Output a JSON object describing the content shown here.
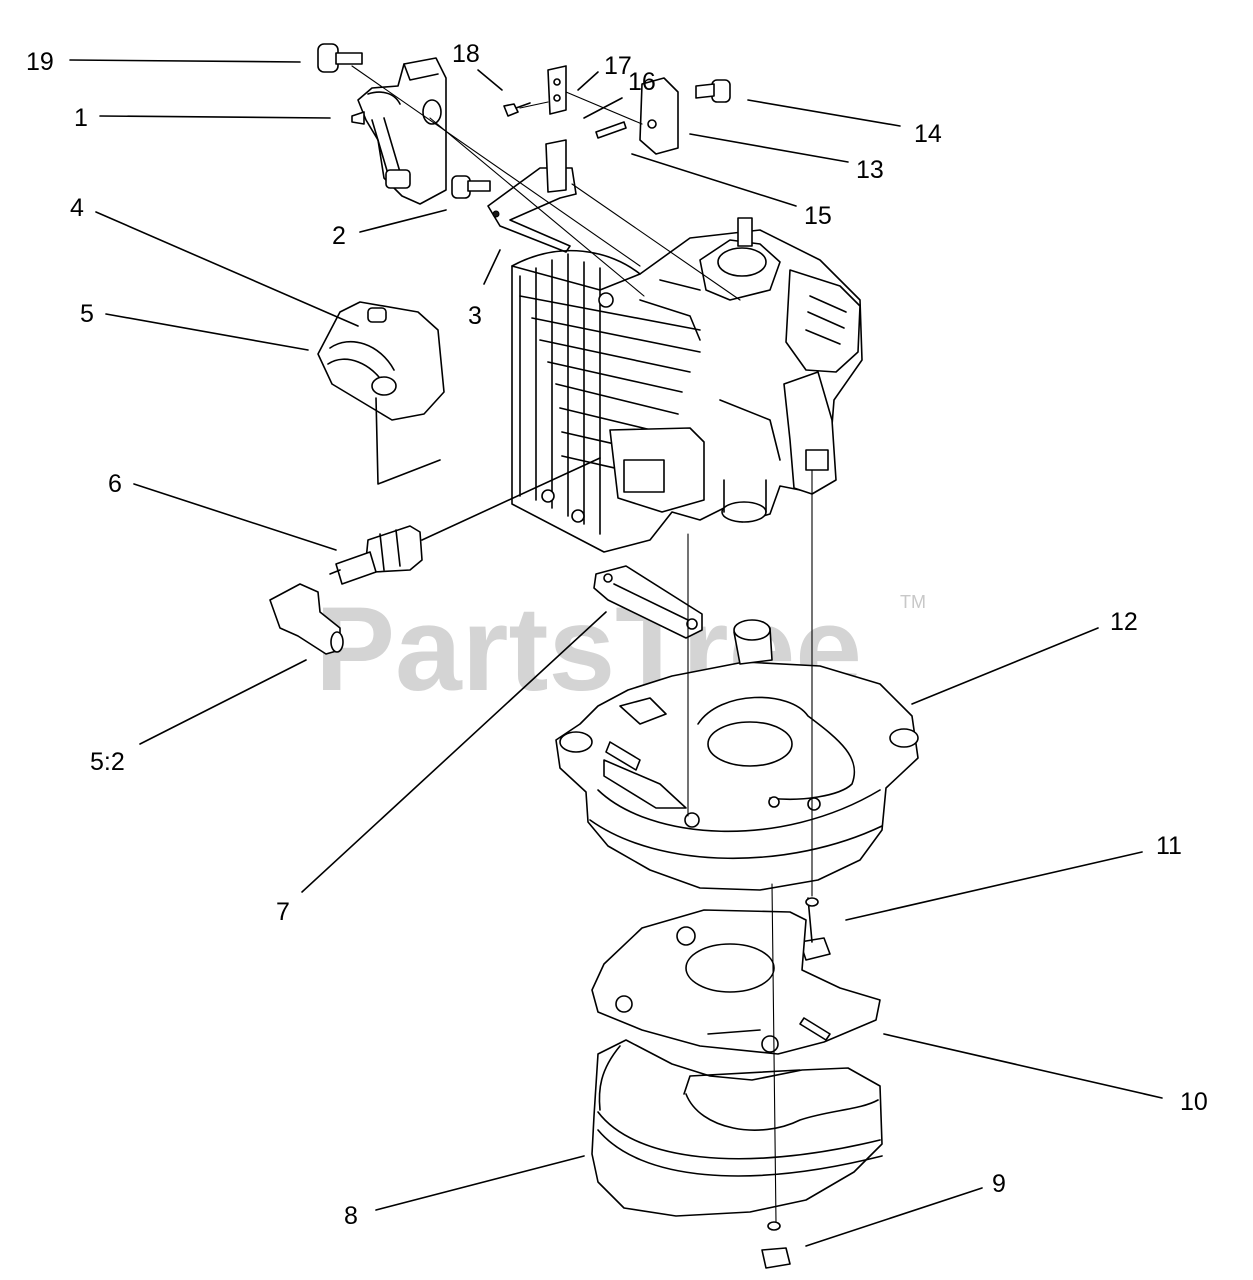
{
  "watermark": {
    "text": "PartsTree",
    "trademark": "TM"
  },
  "callouts": [
    {
      "id": "c19",
      "label": "19"
    },
    {
      "id": "c1",
      "label": "1"
    },
    {
      "id": "c18",
      "label": "18"
    },
    {
      "id": "c17",
      "label": "17"
    },
    {
      "id": "c16",
      "label": "16"
    },
    {
      "id": "c14",
      "label": "14"
    },
    {
      "id": "c13",
      "label": "13"
    },
    {
      "id": "c15",
      "label": "15"
    },
    {
      "id": "c2",
      "label": "2"
    },
    {
      "id": "c3",
      "label": "3"
    },
    {
      "id": "c4",
      "label": "4"
    },
    {
      "id": "c5",
      "label": "5"
    },
    {
      "id": "c6",
      "label": "6"
    },
    {
      "id": "c52",
      "label": "5:2"
    },
    {
      "id": "c7",
      "label": "7"
    },
    {
      "id": "c12",
      "label": "12"
    },
    {
      "id": "c11",
      "label": "11"
    },
    {
      "id": "c10",
      "label": "10"
    },
    {
      "id": "c8",
      "label": "8"
    },
    {
      "id": "c9",
      "label": "9"
    }
  ],
  "colors": {
    "line": "#000000",
    "background": "#ffffff",
    "watermark": "#d4d4d4"
  }
}
